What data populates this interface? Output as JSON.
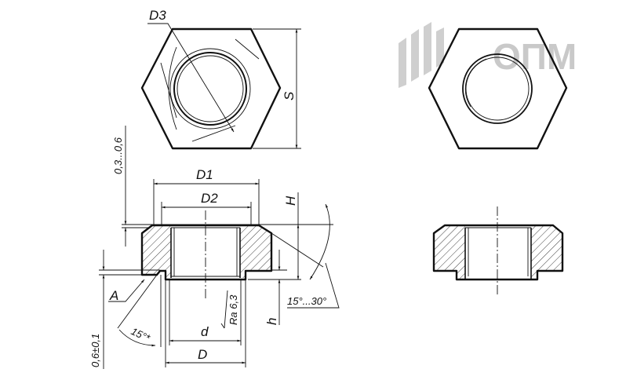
{
  "logo": {
    "text": "ОПМ",
    "color": "#c9c9c9"
  },
  "top_view": {
    "d3_label": "D3",
    "s_label": "S"
  },
  "section_view": {
    "d1_label": "D1",
    "d2_label": "D2",
    "h_upper_label": "H",
    "h_lower_label": "h",
    "d_small_label": "d",
    "d_big_label": "D",
    "chamfer_height": "0,3...0,6",
    "groove_depth": "0,6±0,1",
    "detail_label": "A",
    "angle_a": "15°*",
    "angle_b": "15°...30°",
    "roughness": "Ra 6,3"
  }
}
